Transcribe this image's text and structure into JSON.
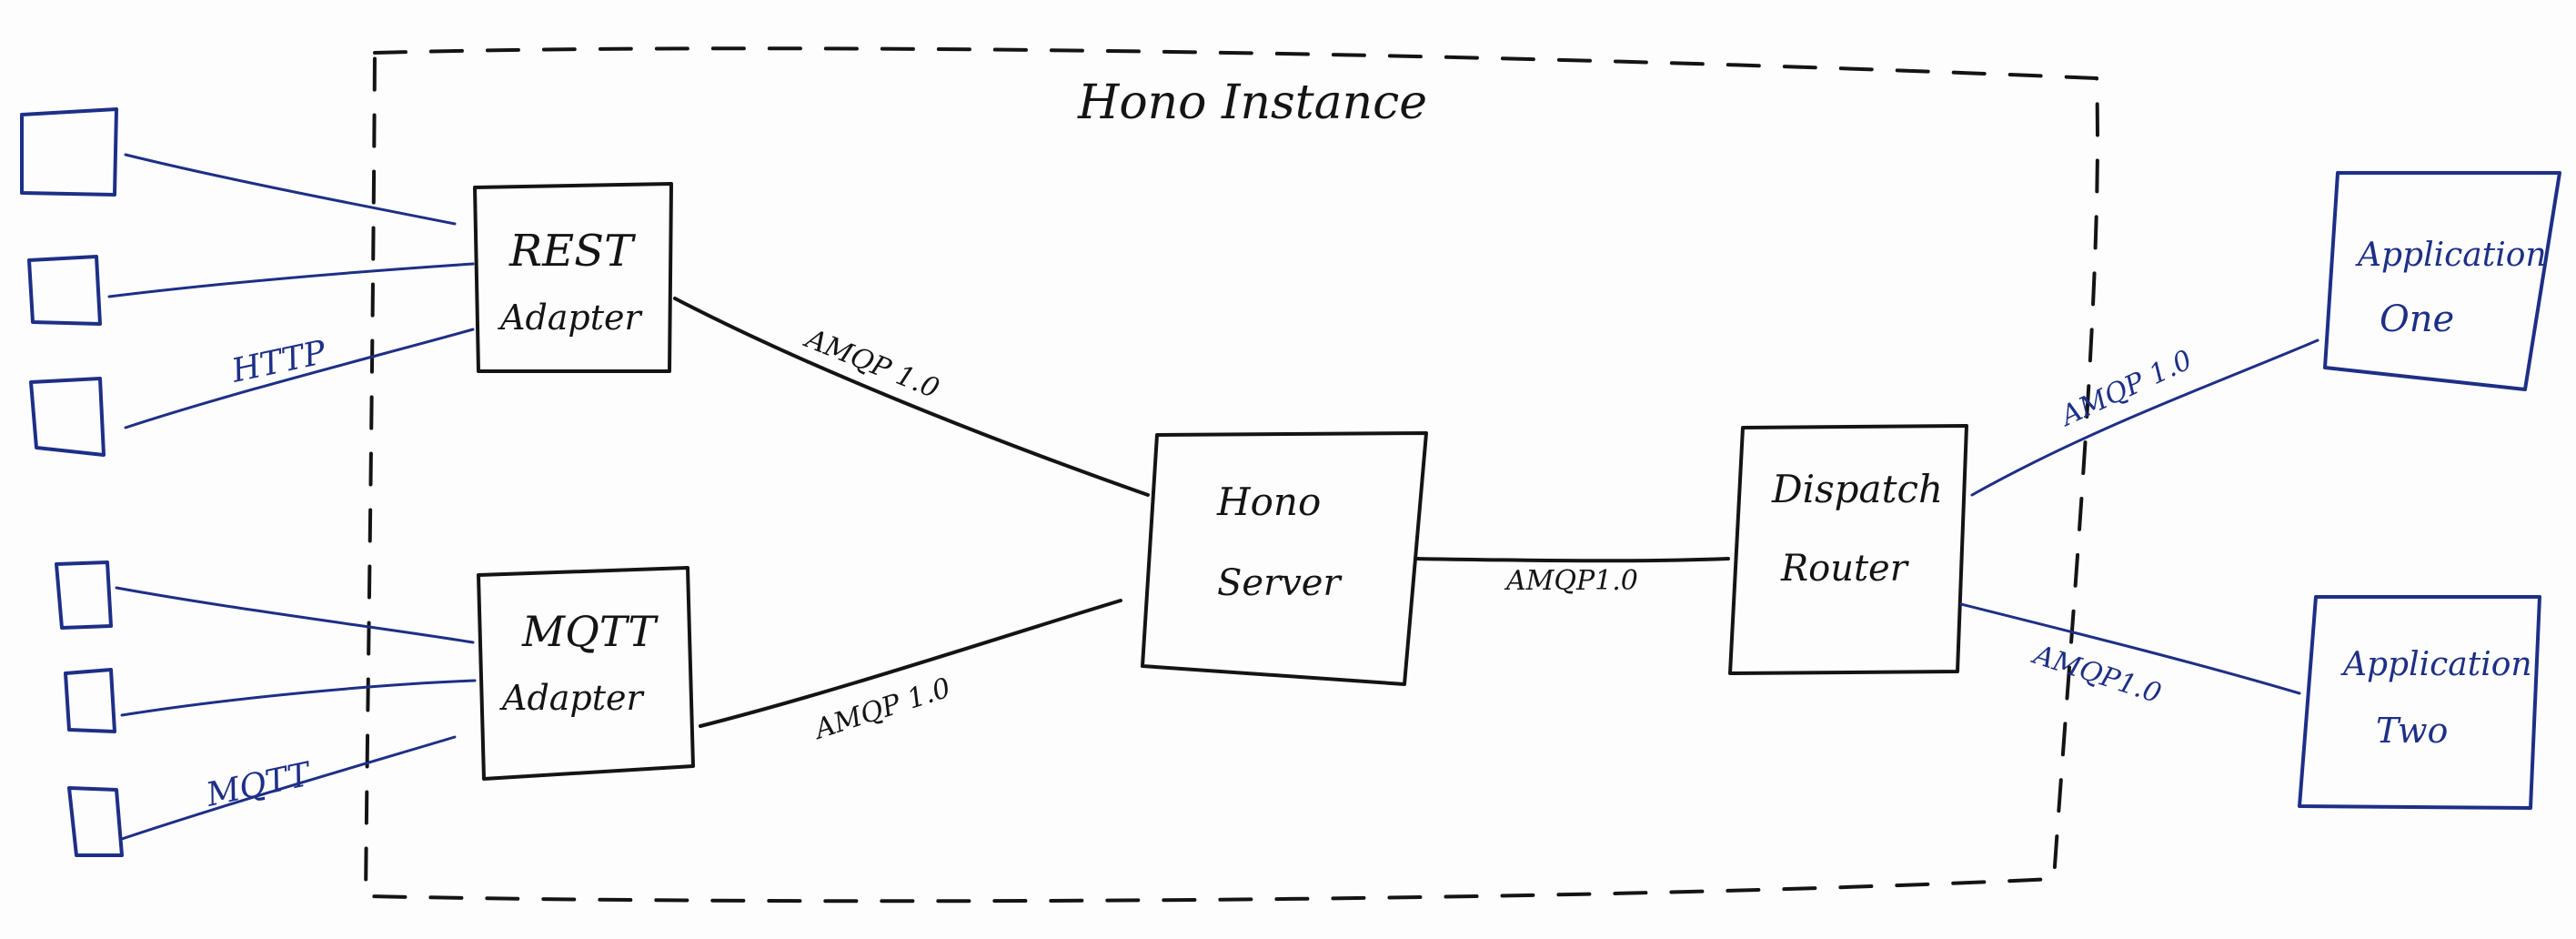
{
  "diagram": {
    "title": "Hono Instance",
    "nodes": {
      "rest_adapter": [
        "REST",
        "Adapter"
      ],
      "mqtt_adapter": [
        "MQTT",
        "Adapter"
      ],
      "hono_server": [
        "Hono",
        "Server"
      ],
      "dispatch_router": [
        "Dispatch",
        "Router"
      ],
      "app_one": [
        "Application",
        "One"
      ],
      "app_two": [
        "Application",
        "Two"
      ]
    },
    "edge_labels": {
      "rest_to_server": "AMQP 1.0",
      "mqtt_to_server": "AMQP 1.0",
      "server_to_router": "AMQP1.0",
      "router_to_app_one": "AMQP 1.0",
      "router_to_app_two": "AMQP1.0",
      "http_devices": "HTTP",
      "mqtt_devices": "MQTT"
    },
    "colors": {
      "black_ink": "#141414",
      "blue_ink": "#1d2f86",
      "paper": "#fdfdfd"
    }
  }
}
